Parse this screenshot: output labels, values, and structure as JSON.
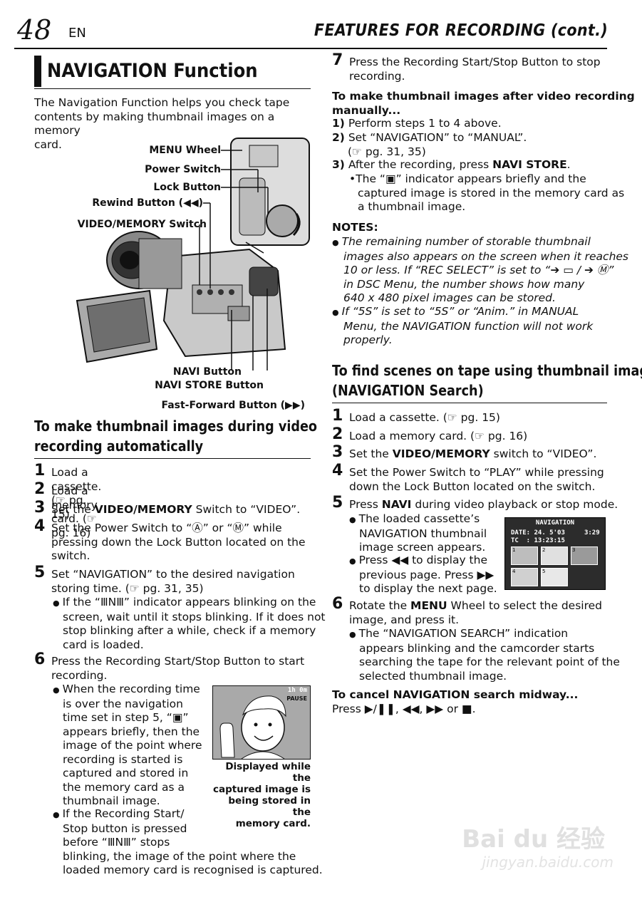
{
  "header": {
    "page_number": "48",
    "lang": "EN",
    "running_head": "FEATURES FOR RECORDING (cont.)"
  },
  "section": {
    "title": "NAVIGATION Function",
    "intro": [
      "The Navigation Function helps you check tape",
      "contents by making thumbnail images on a memory",
      "card."
    ]
  },
  "callouts": {
    "menu_wheel": "MENU Wheel",
    "power_switch": "Power Switch",
    "lock_button": "Lock Button",
    "rewind_button": "Rewind Button (◀◀)",
    "video_memory_switch": "VIDEO/MEMORY Switch",
    "navi_button": "NAVI Button",
    "navi_store_button": "NAVI STORE Button",
    "ff_button": "Fast-Forward Button (▶▶)"
  },
  "auto": {
    "heading": [
      "To make thumbnail images during video",
      "recording automatically"
    ],
    "steps": [
      {
        "num": "1",
        "pre": "Load a cassette. (☞ pg. 15)"
      },
      {
        "num": "2",
        "pre": "Load a memory card. (☞ pg. 16)"
      },
      {
        "num": "3",
        "pre": "Set the ",
        "bold": "VIDEO/MEMORY",
        "post": " Switch to “VIDEO”."
      },
      {
        "num": "4",
        "lines": [
          "Set the Power Switch to “Ⓐ” or “Ⓜ” while",
          "pressing down the Lock Button located on the",
          "switch."
        ]
      },
      {
        "num": "5",
        "lines": [
          "Set “NAVIGATION” to the desired navigation",
          "storing time. (☞ pg. 31, 35)"
        ]
      },
      {
        "num": "6",
        "lines": [
          "Press the Recording Start/Stop Button to start",
          "recording."
        ]
      }
    ],
    "step5_bullet": [
      "If the “ⅢNⅢ” indicator appears blinking on the",
      "screen, wait until it stops blinking. If it does not",
      "stop blinking after a while, check if a memory",
      "card is loaded."
    ],
    "step6_bullet1": [
      "When the recording time",
      "is over the navigation",
      "time set in step 5, “▣”",
      "appears briefly, then the",
      "image of the point where",
      "recording is started is",
      "captured and stored in",
      "the memory card as a",
      "thumbnail image."
    ],
    "step6_bullet2": [
      "If the Recording Start/",
      "Stop button is pressed",
      "before “ⅢNⅢ” stops",
      "blinking, the image of the point where the",
      "loaded memory card is recognised is captured."
    ],
    "caption": [
      "Displayed while the",
      "captured image is",
      "being stored in the",
      "memory card."
    ],
    "screen_top": "1h 0m",
    "screen_pause": "PAUSE"
  },
  "right": {
    "step7": [
      "Press the Recording Start/Stop Button to stop",
      "recording."
    ],
    "manual_heading": [
      "To make thumbnail images after video recording",
      "manually..."
    ],
    "manual": {
      "s1": "Perform steps 1 to 4 above.",
      "s2": [
        "Set “NAVIGATION” to “MANUAL”.",
        "(☞ pg. 31, 35)"
      ],
      "s3_pre": "After the recording, press ",
      "s3_bold": "NAVI STORE",
      "s3_bullet": [
        "The “▣” indicator appears briefly and the",
        "captured image is stored in the memory card as",
        "a thumbnail image."
      ]
    },
    "notes_title": "NOTES:",
    "note1": [
      "The remaining number of storable thumbnail",
      "images also appears on the screen when it reaches",
      "10 or less. If “REC SELECT” is set to “➔ ▭ / ➔ Ⓜ”",
      "in DSC Menu, the number shows how many",
      "640 x 480 pixel images can be stored."
    ],
    "note2": [
      "If “5S” is set to “5S” or “Anim.” in MANUAL",
      "Menu, the NAVIGATION function will not work",
      "properly."
    ],
    "search_heading": [
      "To find scenes on tape using thumbnail images",
      "(NAVIGATION Search)"
    ],
    "search_steps": [
      {
        "num": "1",
        "text": "Load a cassette. (☞ pg. 15)"
      },
      {
        "num": "2",
        "text": "Load a memory card. (☞ pg. 16)"
      }
    ],
    "s3": {
      "pre": "Set the ",
      "bold": "VIDEO/MEMORY",
      "post": " switch to “VIDEO”."
    },
    "s4": [
      "Set the Power Switch to “PLAY” while pressing",
      "down the Lock Button located on the switch."
    ],
    "s5": {
      "pre": "Press ",
      "bold": "NAVI",
      "post": " during video playback or stop mode."
    },
    "s5_b1": [
      "The loaded cassette’s",
      "NAVIGATION thumbnail",
      "image screen appears."
    ],
    "s5_b2": [
      "Press ◀◀ to display the",
      "previous page. Press ▶▶",
      "to display the next page."
    ],
    "s6_pre": "Rotate the ",
    "s6_bold": "MENU",
    "s6_post": " Wheel to select the desired",
    "s6_line2": "image, and press it.",
    "s6_bullet": [
      "The “NAVIGATION SEARCH” indication",
      "appears blinking and the camcorder starts",
      "searching the tape for the relevant point of the",
      "selected thumbnail image."
    ],
    "cancel_heading": "To cancel NAVIGATION search midway...",
    "cancel_text": "Press ▶/❚❚, ◀◀, ▶▶ or ■."
  },
  "lcd": {
    "title": "NAVIGATION",
    "date": "DATE: 24. 5'03     3:29",
    "tc": "TC  : 13:23:15",
    "thumbs": [
      "1",
      "2",
      "3",
      "4",
      "5"
    ]
  },
  "watermark": {
    "line1": "Bai du 经验",
    "line2": "jingyan.baidu.com"
  }
}
